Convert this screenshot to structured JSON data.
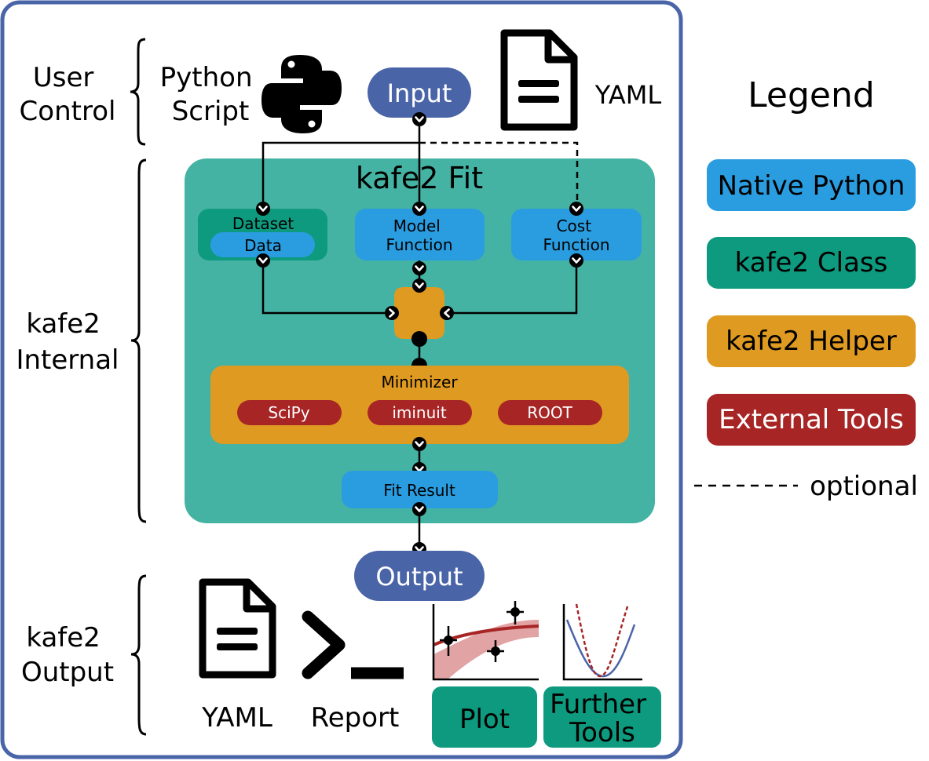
{
  "sections": {
    "user_control": [
      "User",
      "Control"
    ],
    "internal": [
      "kafe2",
      "Internal"
    ],
    "output": [
      "kafe2",
      "Output"
    ]
  },
  "inputs": {
    "python_script": [
      "Python",
      "Script"
    ],
    "input_label": "Input",
    "yaml_label": "YAML"
  },
  "fit": {
    "title": "kafe2 Fit",
    "dataset": "Dataset",
    "data": "Data",
    "model_function": [
      "Model",
      "Function"
    ],
    "cost_function": [
      "Cost",
      "Function"
    ],
    "minimizer": "Minimizer",
    "backends": [
      "SciPy",
      "iminuit",
      "ROOT"
    ],
    "fit_result": "Fit Result"
  },
  "outputs": {
    "output_label": "Output",
    "yaml": "YAML",
    "report": "Report",
    "plot": "Plot",
    "further_tools": [
      "Further",
      "Tools"
    ]
  },
  "legend": {
    "title": "Legend",
    "items": [
      "Native Python",
      "kafe2 Class",
      "kafe2 Helper",
      "External Tools"
    ],
    "optional": "optional"
  },
  "colors": {
    "frame": "#4a64a8",
    "input_output": "#4a64a8",
    "native_python": "#2a9de1",
    "kafe2_class": "#0e9a7e",
    "kafe2_helper": "#df9a21",
    "external_tools": "#a82525",
    "fit_area": "#44b3a3"
  }
}
